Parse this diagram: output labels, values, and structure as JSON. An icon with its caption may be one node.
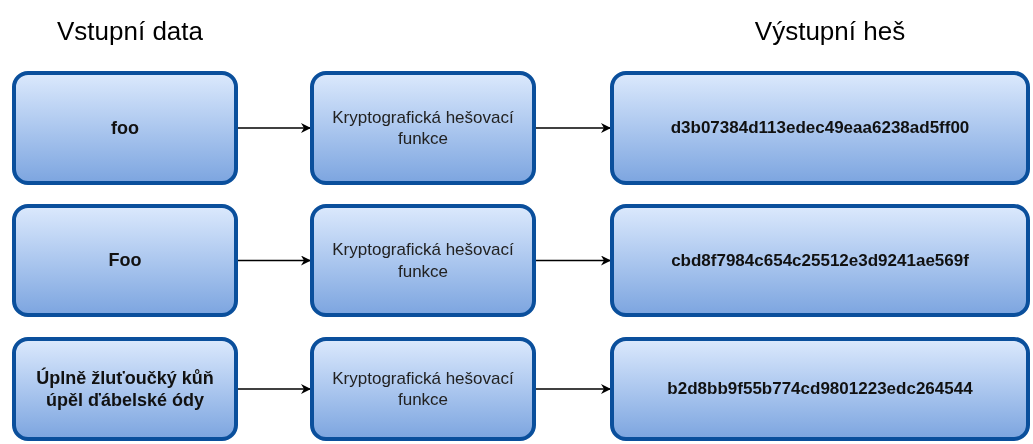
{
  "diagram": {
    "nodes": [
      {
        "text": [
          "foo"
        ]
      },
      {
        "text": [
          "Kryptografická hešovací funkce"
        ]
      },
      {
        "text": [
          "d3b07384d113edec49eaa6238ad5ff00"
        ]
      },
      {
        "text": [
          "Foo"
        ]
      },
      {
        "text": [
          "Kryptografická hešovací funkce"
        ]
      },
      {
        "text": [
          "cbd8f7984c654c25512e3d9241ae569f"
        ]
      },
      {
        "text": [
          "Úplně žluťoučký kůň úpěl ďábelské ódy"
        ]
      },
      {
        "text": [
          "Kryptografická hešovací funkce"
        ]
      },
      {
        "text": [
          "b2d8bb9f55b774cd9801223edc264544"
        ]
      }
    ],
    "edges": [
      {
        "from": 0,
        "to": 1,
        "arrow": "to"
      },
      {
        "from": 1,
        "to": 2,
        "arrow": "to"
      },
      {
        "from": 3,
        "to": 4,
        "arrow": "to"
      },
      {
        "from": 4,
        "to": 5,
        "arrow": "to"
      },
      {
        "from": 6,
        "to": 7,
        "arrow": "to"
      },
      {
        "from": 7,
        "to": 8,
        "arrow": "to"
      }
    ],
    "labels": [
      "Vstupní data",
      "Výstupní heš"
    ]
  }
}
